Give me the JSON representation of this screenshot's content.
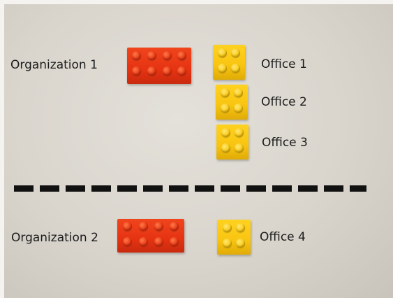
{
  "labels": {
    "org1": "Organization 1",
    "org2": "Organization 2",
    "office1": "Office 1",
    "office2": "Office 2",
    "office3": "Office 3",
    "office4": "Office 4"
  },
  "colors": {
    "red_brick": "#e63312",
    "yellow_brick": "#f8c411",
    "divider": "#111111",
    "background": "#dcd8d0"
  },
  "bricks": [
    {
      "name": "org1-brick",
      "color": "red",
      "studs": "2x4"
    },
    {
      "name": "office1-brick",
      "color": "yellow",
      "studs": "2x2"
    },
    {
      "name": "office2-brick",
      "color": "yellow",
      "studs": "2x2"
    },
    {
      "name": "office3-brick",
      "color": "yellow",
      "studs": "2x2"
    },
    {
      "name": "org2-brick",
      "color": "red",
      "studs": "2x4"
    },
    {
      "name": "office4-brick",
      "color": "yellow",
      "studs": "2x2"
    }
  ]
}
